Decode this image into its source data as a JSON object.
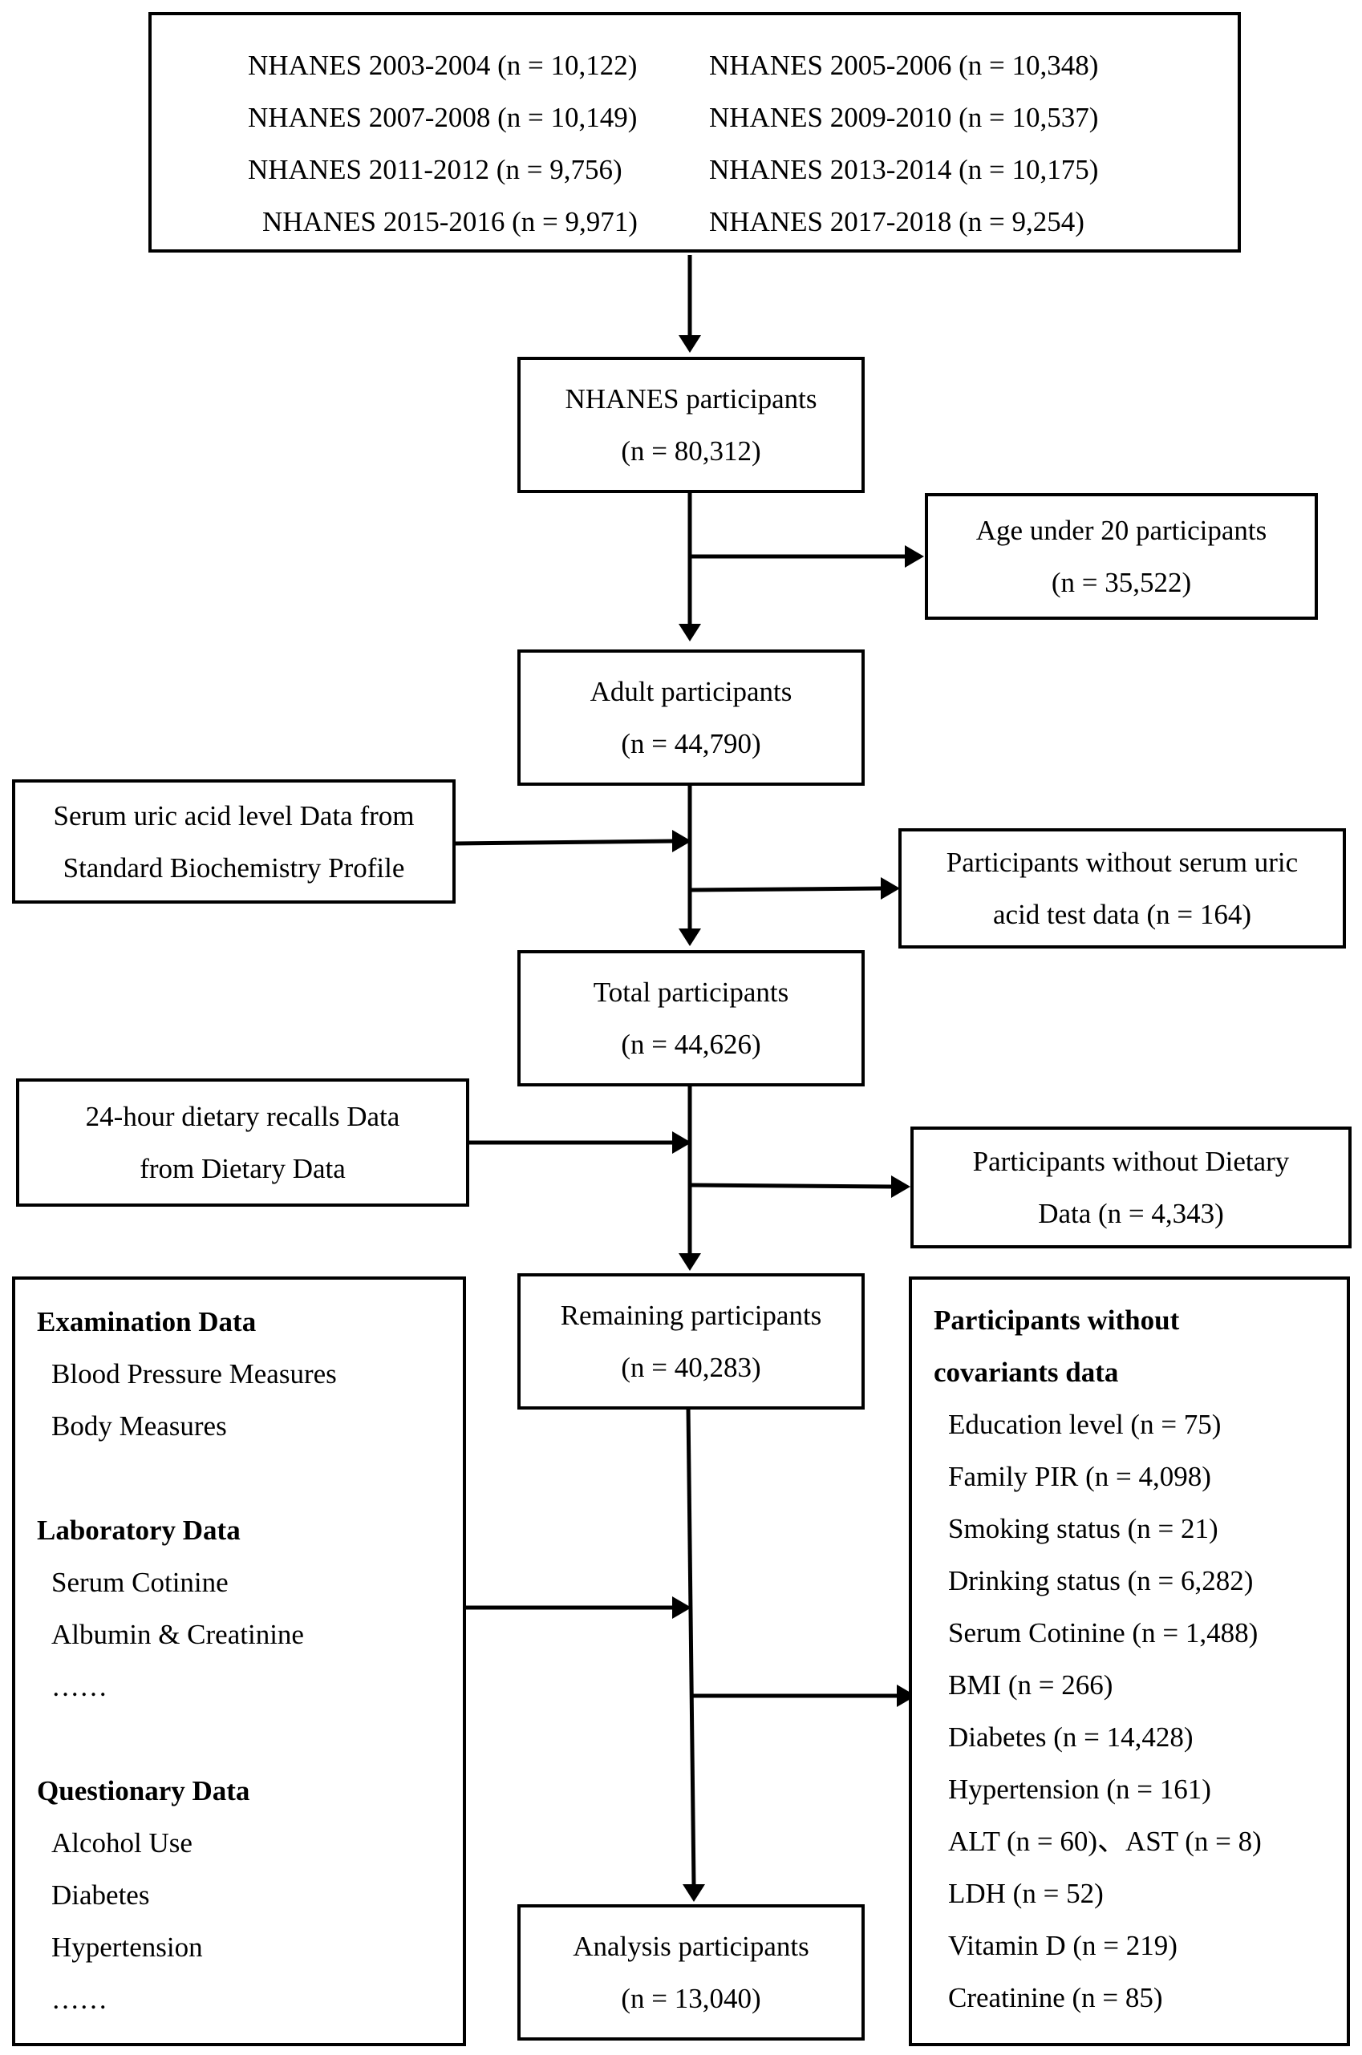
{
  "sources": [
    "NHANES 2003-2004 (n = 10,122)",
    "NHANES 2005-2006 (n = 10,348)",
    "NHANES 2007-2008 (n = 10,149)",
    "NHANES 2009-2010 (n = 10,537)",
    "NHANES 2011-2012 (n = 9,756)",
    "NHANES 2013-2014 (n = 10,175)",
    "NHANES 2015-2016 (n = 9,971)",
    "NHANES 2017-2018 (n = 9,254)"
  ],
  "main_flow": {
    "nhanes": {
      "label": "NHANES participants",
      "count": "(n = 80,312)"
    },
    "adult": {
      "label": "Adult participants",
      "count": "(n = 44,790)"
    },
    "total": {
      "label": "Total participants",
      "count": "(n = 44,626)"
    },
    "remaining": {
      "label": "Remaining participants",
      "count": "(n = 40,283)"
    },
    "analysis": {
      "label": "Analysis participants",
      "count": "(n = 13,040)"
    }
  },
  "exclusions": {
    "age": {
      "line1": "Age under 20 participants",
      "line2": "(n = 35,522)"
    },
    "uric": {
      "line1": "Participants without serum uric",
      "line2": "acid test data (n = 164)"
    },
    "dietary": {
      "line1": "Participants without Dietary",
      "line2": "Data (n = 4,343)"
    }
  },
  "inputs": {
    "uric": {
      "line1": "Serum uric acid level Data from",
      "line2": "Standard Biochemistry Profile"
    },
    "dietary": {
      "line1": "24-hour dietary recalls Data",
      "line2": "from Dietary Data"
    }
  },
  "data_sources_panel": {
    "sections": [
      {
        "heading": "Examination Data",
        "items": [
          "Blood Pressure Measures",
          "Body Measures"
        ]
      },
      {
        "heading": "Laboratory Data",
        "items": [
          "Serum Cotinine",
          "Albumin & Creatinine",
          "……"
        ]
      },
      {
        "heading": "Questionary Data",
        "items": [
          "Alcohol Use",
          "Diabetes",
          "Hypertension",
          "……"
        ]
      }
    ]
  },
  "covariates_panel": {
    "heading_line1": "Participants without",
    "heading_line2": "covariants data",
    "items": [
      "Education level (n = 75)",
      "Family PIR (n = 4,098)",
      "Smoking status (n = 21)",
      "Drinking status (n = 6,282)",
      "Serum Cotinine (n = 1,488)",
      "BMI (n = 266)",
      "Diabetes (n = 14,428)",
      "Hypertension (n = 161)",
      "ALT (n = 60)、AST (n = 8)",
      "LDH (n = 52)",
      "Vitamin D (n = 219)",
      "Creatinine (n = 85)"
    ]
  }
}
